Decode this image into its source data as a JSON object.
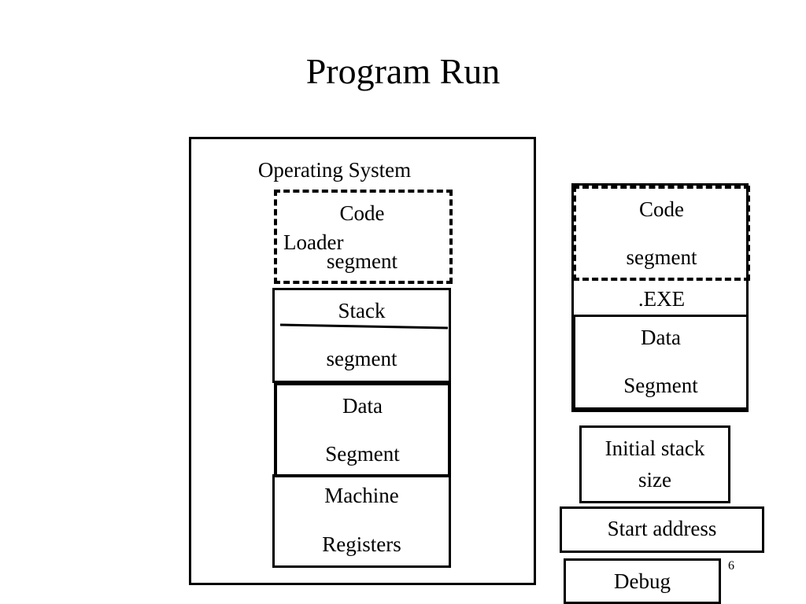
{
  "title": "Program Run",
  "memory": {
    "os_label": "Operating System",
    "loader": {
      "line1": "Code",
      "line2": "Loader",
      "line3": "segment"
    },
    "stack": {
      "line1": "Stack",
      "line2": "segment"
    },
    "data": {
      "line1": "Data",
      "line2": "Segment"
    },
    "registers": {
      "line1": "Machine",
      "line2": "Registers"
    }
  },
  "exe_file": {
    "code": {
      "line1": "Code",
      "line2": "segment"
    },
    "label": ".EXE",
    "data": {
      "line1": "Data",
      "line2": "Segment"
    }
  },
  "header_fields": {
    "initial_stack": {
      "line1": "Initial stack",
      "line2": "size"
    },
    "start_address": "Start address",
    "debug": "Debug"
  },
  "page_number": "6"
}
